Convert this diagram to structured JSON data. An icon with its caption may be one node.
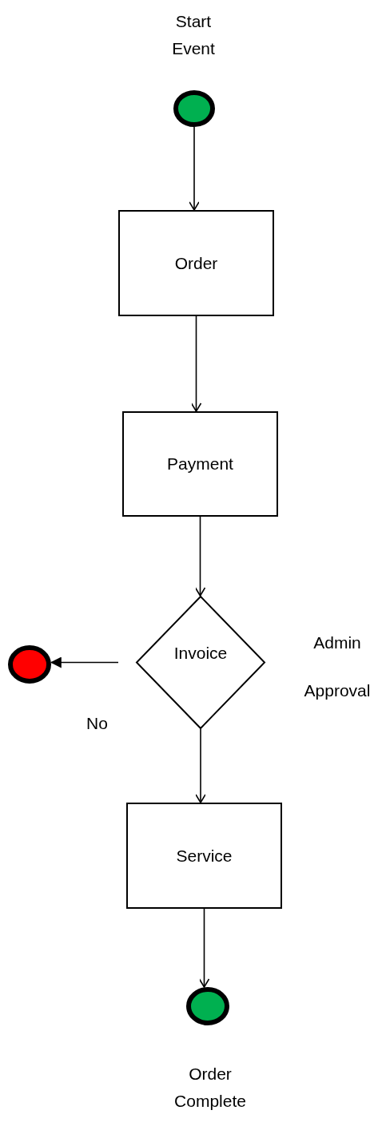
{
  "diagram": {
    "nodes": [
      {
        "text": [],
        "shape": "circle",
        "beside": [
          "Start Event"
        ]
      },
      {
        "text": [
          "Order"
        ]
      },
      {
        "text": [
          "Payment"
        ]
      },
      {
        "text": [
          "Invoice"
        ],
        "beside": [
          "Admin Approval"
        ]
      },
      {
        "text": [],
        "shape": "circle"
      },
      {
        "text": [
          "Service"
        ]
      },
      {
        "text": [],
        "shape": "circle",
        "beside": [
          "Order Complete"
        ]
      }
    ],
    "edges": [
      {
        "from": 0,
        "to": 1,
        "arrow": "to"
      },
      {
        "from": 1,
        "to": 2,
        "arrow": "to"
      },
      {
        "from": 2,
        "to": 3,
        "arrow": "to"
      },
      {
        "from": 3,
        "to": 4,
        "arrow": "to",
        "label": "No"
      },
      {
        "from": 3,
        "to": 5,
        "arrow": "to"
      },
      {
        "from": 5,
        "to": 6,
        "arrow": "to"
      }
    ]
  }
}
